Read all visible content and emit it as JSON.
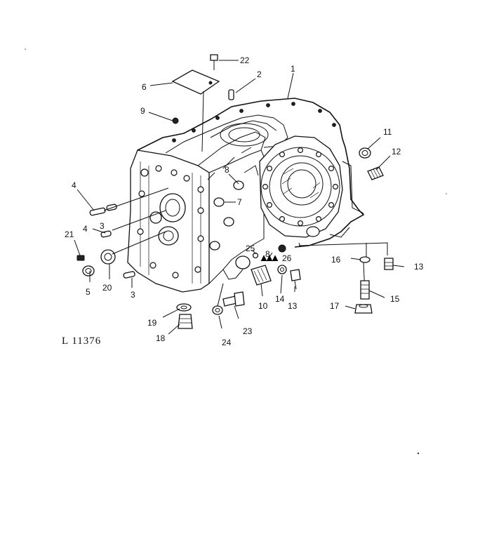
{
  "figure_id": "L  11376",
  "callouts": [
    {
      "id": "c1",
      "text": "1"
    },
    {
      "id": "c2",
      "text": "2"
    },
    {
      "id": "c3a",
      "text": "3"
    },
    {
      "id": "c3b",
      "text": "3"
    },
    {
      "id": "c4a",
      "text": "4"
    },
    {
      "id": "c4b",
      "text": "4"
    },
    {
      "id": "c5",
      "text": "5"
    },
    {
      "id": "c6",
      "text": "6"
    },
    {
      "id": "c7",
      "text": "7"
    },
    {
      "id": "c8a",
      "text": "8"
    },
    {
      "id": "c8b",
      "text": "8"
    },
    {
      "id": "c9",
      "text": "9"
    },
    {
      "id": "c10",
      "text": "10"
    },
    {
      "id": "c11",
      "text": "11"
    },
    {
      "id": "c12",
      "text": "12"
    },
    {
      "id": "c13a",
      "text": "13"
    },
    {
      "id": "c13b",
      "text": "13"
    },
    {
      "id": "c14",
      "text": "14"
    },
    {
      "id": "c15",
      "text": "15"
    },
    {
      "id": "c16",
      "text": "16"
    },
    {
      "id": "c17",
      "text": "17"
    },
    {
      "id": "c18",
      "text": "18"
    },
    {
      "id": "c19",
      "text": "19"
    },
    {
      "id": "c20",
      "text": "20"
    },
    {
      "id": "c21",
      "text": "21"
    },
    {
      "id": "c22",
      "text": "22"
    },
    {
      "id": "c23",
      "text": "23"
    },
    {
      "id": "c24",
      "text": "24"
    },
    {
      "id": "c25",
      "text": "25"
    },
    {
      "id": "c26",
      "text": "26"
    }
  ]
}
